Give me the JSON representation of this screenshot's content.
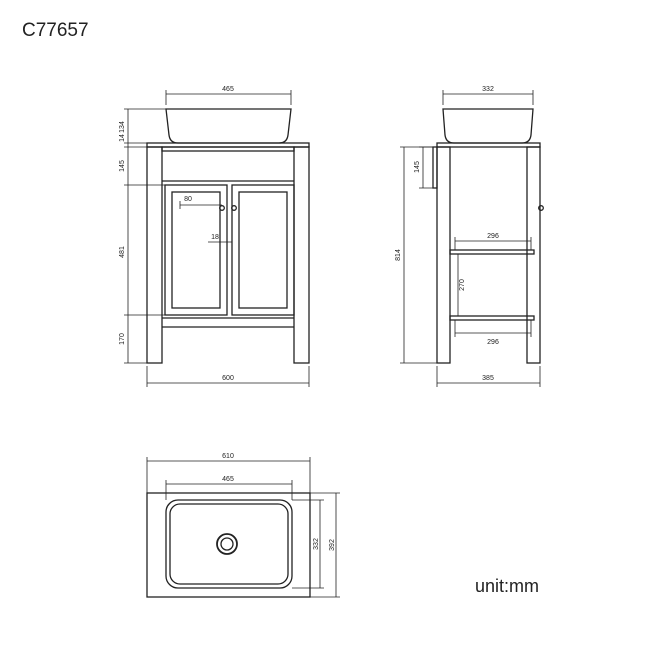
{
  "model_code": "C77657",
  "unit_label": "unit:mm",
  "front_view": {
    "basin_width": "465",
    "basin_height": "134",
    "top_thickness": "14",
    "apron_height": "145",
    "door_height": "481",
    "base_height": "170",
    "overall_width": "600",
    "knob_offset": "80",
    "door_gap": "18"
  },
  "side_view": {
    "basin_depth": "332",
    "apron_height": "145",
    "overall_height": "814",
    "shelf_depth_top": "296",
    "shelf_spacing": "270",
    "shelf_depth_bottom": "296",
    "overall_depth": "385"
  },
  "top_view": {
    "overall_width": "610",
    "basin_width": "465",
    "basin_depth": "332",
    "overall_depth": "392"
  },
  "colors": {
    "line": "#222222",
    "background": "#ffffff"
  }
}
